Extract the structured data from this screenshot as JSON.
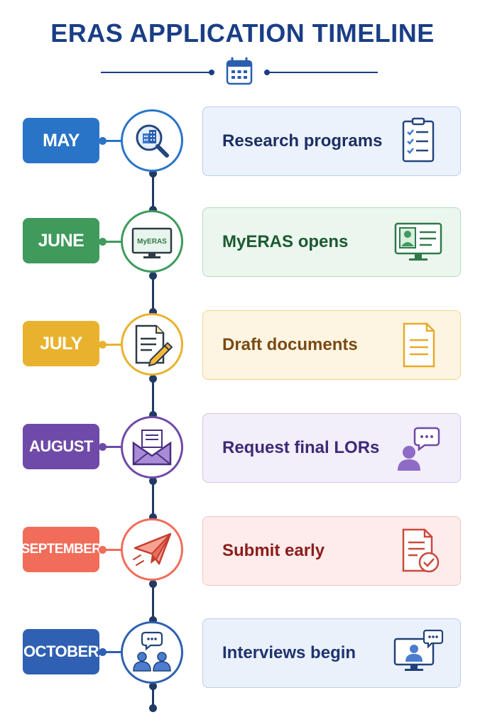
{
  "title": "ERAS APPLICATION TIMELINE",
  "colors": {
    "title": "#1a3e86",
    "spine": "#213a63"
  },
  "steps": [
    {
      "month": "MAY",
      "label": "Research programs",
      "color": "#2a74c7",
      "card_bg": "#ebf2fc",
      "card_border": "#b9cdeb",
      "text_color": "#1d2f63",
      "circle_icon": "magnifier-building-icon",
      "card_icon": "checklist-icon"
    },
    {
      "month": "JUNE",
      "label": "MyERAS opens",
      "color": "#3f9a5c",
      "card_bg": "#ebf6ee",
      "card_border": "#b6dcc1",
      "text_color": "#1d5a32",
      "circle_icon": "monitor-myeras-icon",
      "circle_text": "MyERAS",
      "card_icon": "monitor-profile-icon"
    },
    {
      "month": "JULY",
      "label": "Draft documents",
      "color": "#e9b22e",
      "card_bg": "#fdf5e2",
      "card_border": "#f1d694",
      "text_color": "#7a4a14",
      "circle_icon": "document-pencil-icon",
      "card_icon": "document-icon"
    },
    {
      "month": "AUGUST",
      "label": "Request final LORs",
      "color": "#6f4aa8",
      "card_bg": "#f2eefa",
      "card_border": "#d2c5ea",
      "text_color": "#3e2a78",
      "circle_icon": "envelope-letter-icon",
      "card_icon": "person-chat-icon"
    },
    {
      "month": "SEPTEMBER",
      "label": "Submit early",
      "color": "#f26c5a",
      "card_bg": "#fdeceb",
      "card_border": "#f4c4bd",
      "text_color": "#8c1c1c",
      "circle_icon": "paper-plane-icon",
      "card_icon": "document-check-icon"
    },
    {
      "month": "OCTOBER",
      "label": "Interviews begin",
      "color": "#2f60b2",
      "card_bg": "#ebf1fb",
      "card_border": "#bccdeb",
      "text_color": "#1e3470",
      "circle_icon": "two-people-chat-icon",
      "card_icon": "video-call-icon"
    }
  ]
}
